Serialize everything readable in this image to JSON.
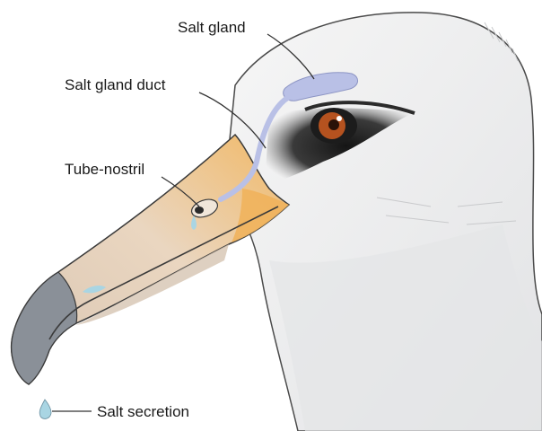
{
  "labels": {
    "salt_gland": "Salt gland",
    "salt_gland_duct": "Salt gland duct",
    "tube_nostril": "Tube-nostril",
    "salt_secretion": "Salt secretion"
  },
  "colors": {
    "head": "#efefef",
    "head_shadow": "#d9dadc",
    "beak": "#e6d3bf",
    "beak_base": "#f0b25c",
    "beak_tip": "#8a9098",
    "gland": "#b9c0e6",
    "iris": "#b5521f",
    "line": "#333333"
  }
}
